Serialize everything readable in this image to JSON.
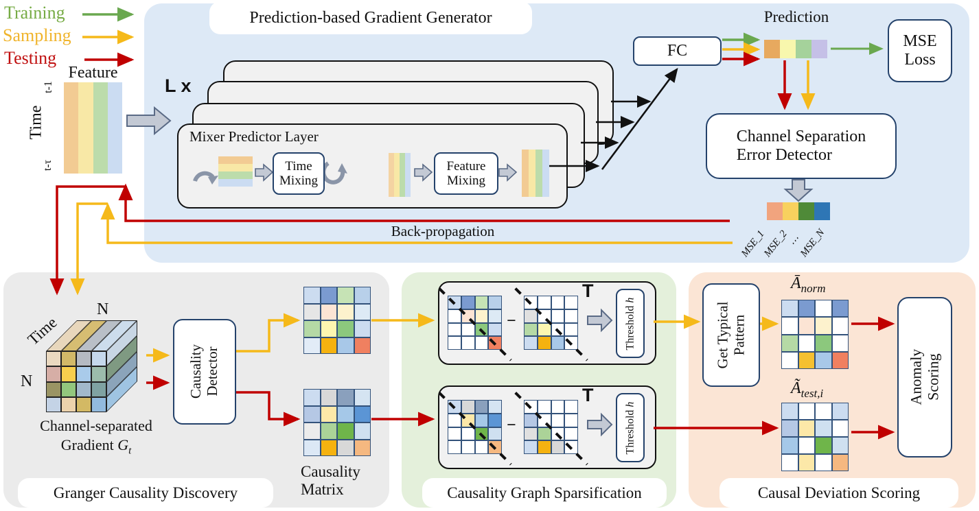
{
  "legend": {
    "items": [
      {
        "label": "Training",
        "color": "#76ab44"
      },
      {
        "label": "Sampling",
        "color": "#f0b42c"
      },
      {
        "label": "Testing",
        "color": "#c00f0f"
      }
    ]
  },
  "input": {
    "feature_label": "Feature",
    "time_label": "Time",
    "t_top": "t-1",
    "t_bottom": "t-τ",
    "feature_cols": [
      "#f2cb93",
      "#f8e8a6",
      "#bcdcab",
      "#cbdcf2"
    ]
  },
  "generator": {
    "title": "Prediction-based Gradient Generator",
    "stack_label": "L x",
    "mixer": {
      "title": "Mixer Predictor Layer",
      "time_mixing_l1": "Time",
      "time_mixing_l2": "Mixing",
      "feature_mixing_l1": "Feature",
      "feature_mixing_l2": "Mixing",
      "h_stripes": [
        "#f2cb93",
        "#f8e8a6",
        "#bcdcab",
        "#cbdcf2"
      ],
      "v_stripes1": [
        "#f4d3a2",
        "#f8e8a6",
        "#bcdcab",
        "#cbdcf2"
      ],
      "v_stripes2": [
        "#f2cb93",
        "#f8e8a6",
        "#bcdcab",
        "#cbdcf2"
      ]
    },
    "fc_label": "FC",
    "prediction_label": "Prediction",
    "prediction_cells": [
      "#e7a95f",
      "#f8f7ad",
      "#a5d29b",
      "#c5c0e7"
    ],
    "mse_loss_l1": "MSE",
    "mse_loss_l2": "Loss",
    "channel_detector_l1": "Channel Separation",
    "channel_detector_l2": "Error Detector",
    "mse_cells": [
      "#f1a47e",
      "#f8d15e",
      "#4f8a38",
      "#2e76b5"
    ],
    "mse_labels": [
      "MSE_1",
      "MSE_2",
      "⋯",
      "MSE_N"
    ],
    "backprop_label": "Back-propagation"
  },
  "granger": {
    "title": "Granger Causality Discovery",
    "cube": {
      "n_top": "N",
      "n_left": "N",
      "time_label": "Time",
      "front": [
        "#ead9c0",
        "#d2b968",
        "#b5bac2",
        "#c5d8ec",
        "#d6aea6",
        "#f7cf4e",
        "#a9cbea",
        "#9cbcab",
        "#9a9464",
        "#93c77d",
        "#a2b9cb",
        "#7fa2a2",
        "#c4d3e6",
        "#ecd2ac",
        "#d3b964",
        "#92bade"
      ],
      "top": [
        "#e8d7bc",
        "#d6bd72",
        "#b9bfc7",
        "#ccdcec"
      ],
      "side": [
        "#c8d6e4",
        "#7f9a82",
        "#8ba4ba",
        "#9fc4e2"
      ]
    },
    "caption_l1": "Channel-separated",
    "caption_word": "Gradient",
    "caption_var": "G",
    "caption_sub": "t",
    "detector_l1": "Causality",
    "detector_l2": "Detector",
    "matrix_label_l1": "Causality",
    "matrix_label_l2": "Matrix",
    "matrix_top": [
      "#ccdcf0",
      "#7b9bd0",
      "#c6e3b5",
      "#b8d0ea",
      "#e6e6e6",
      "#fce4d4",
      "#fdf2cd",
      "#ddeaf5",
      "#b5d9a5",
      "#fdf6b0",
      "#8cc87d",
      "#ccdcf0",
      "#e2ecf7",
      "#f5b210",
      "#a8c8e8",
      "#f08060"
    ],
    "matrix_bottom": [
      "#ccdcf0",
      "#d8d8d8",
      "#8aa0bd",
      "#d5e4f2",
      "#b5c8e5",
      "#fce8a8",
      "#a5c8e8",
      "#5b95d5",
      "#ececec",
      "#abd398",
      "#6fb54a",
      "#cfe0f0",
      "#dce8f5",
      "#f5b210",
      "#d8d8d8",
      "#f5b880"
    ]
  },
  "sparsification": {
    "title": "Causality Graph Sparsification",
    "minus": "−",
    "transpose": "T",
    "threshold_word": "Threshold",
    "threshold_var": "h",
    "top_a": [
      "#ccdcf0",
      "#7b9bd0",
      "#c6e3b5",
      "#b8d0ea",
      "#ffffff",
      "#fce4d4",
      "#fdf2cd",
      "#ddeaf5",
      "#ffffff",
      "#ffffff",
      "#8cc87d",
      "#ccdcf0",
      "#ffffff",
      "#ffffff",
      "#ffffff",
      "#f08060"
    ],
    "top_b": [
      "#ffffff",
      "#ffffff",
      "#ffffff",
      "#ffffff",
      "#e0e0e0",
      "#ffffff",
      "#ffffff",
      "#ffffff",
      "#b5d9a5",
      "#fdf6b0",
      "#ffffff",
      "#ffffff",
      "#ccdcf0",
      "#f5b210",
      "#a8c8e8",
      "#ffffff"
    ],
    "bottom_a": [
      "#ccdcf0",
      "#d8d8d8",
      "#8aa0bd",
      "#d5e4f2",
      "#ffffff",
      "#fce8a8",
      "#a5c8e8",
      "#5b95d5",
      "#ffffff",
      "#ffffff",
      "#6fb54a",
      "#cfe0f0",
      "#ffffff",
      "#ffffff",
      "#ffffff",
      "#f5b880"
    ],
    "bottom_b": [
      "#ffffff",
      "#ffffff",
      "#ffffff",
      "#ffffff",
      "#b5c8e5",
      "#ffffff",
      "#ffffff",
      "#ffffff",
      "#e0e0e0",
      "#abd398",
      "#ffffff",
      "#ffffff",
      "#ccdcf0",
      "#f5b210",
      "#d8d8d8",
      "#ffffff"
    ]
  },
  "scoring": {
    "title": "Causal Deviation Scoring",
    "get_typical_l1": "Get Typical",
    "get_typical_l2": "Pattern",
    "anorm_base": "Ā",
    "anorm_sub": "norm",
    "atest_base": "Ã",
    "atest_sub": "test,i",
    "anomaly_l1": "Anomaly",
    "anomaly_l2": "Scoring",
    "a_norm": [
      "#ccdcf0",
      "#7b9bd0",
      "#ffffff",
      "#7b9bd0",
      "#ffffff",
      "#fce4d4",
      "#fdf2cd",
      "#ffffff",
      "#b5d9a5",
      "#ffffff",
      "#8cc87d",
      "#ffffff",
      "#ffffff",
      "#f5c030",
      "#a8c8e8",
      "#f08060"
    ],
    "a_test": [
      "#ccdcf0",
      "#ffffff",
      "#ffffff",
      "#ccdcf0",
      "#b5c8e5",
      "#fce8a8",
      "#cfe0f0",
      "#ffffff",
      "#a5c8e8",
      "#ffffff",
      "#6fb54a",
      "#cfe0f0",
      "#ffffff",
      "#fce8a8",
      "#ffffff",
      "#f5b880"
    ]
  },
  "colors": {
    "panel_blue": "#dde9f6",
    "panel_gray": "#ebebeb",
    "panel_green": "#e4f0db",
    "panel_peach": "#fbe5d5",
    "arrow_green": "#6aa84f",
    "arrow_yellow": "#f5b91a",
    "arrow_red": "#c00000",
    "box_border_navy": "#24426b"
  }
}
